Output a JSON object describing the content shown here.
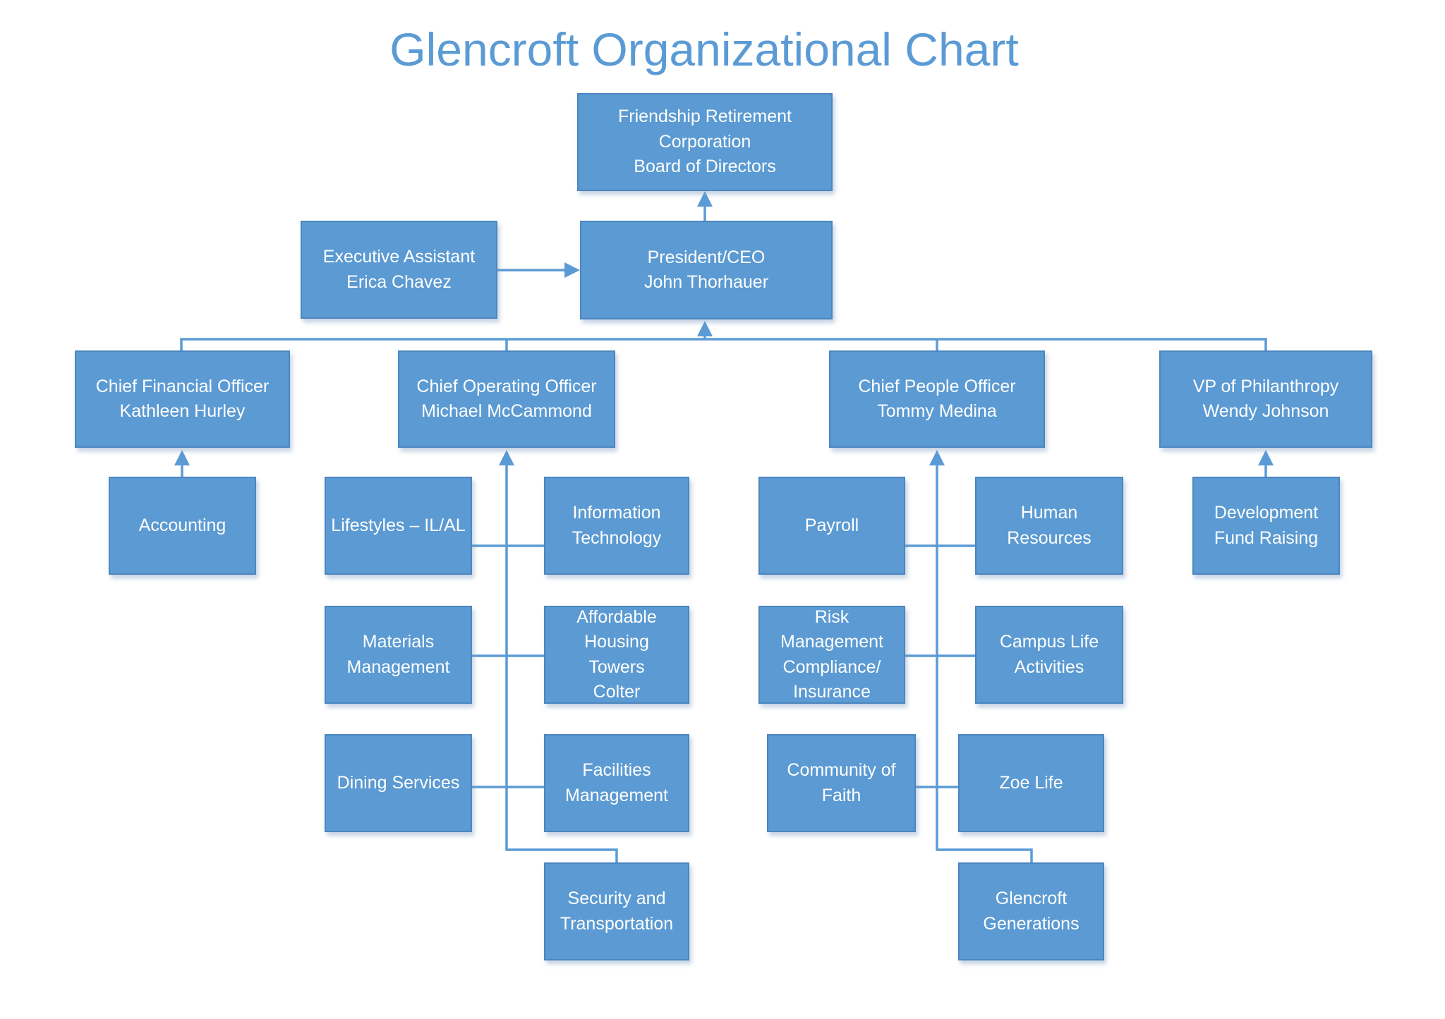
{
  "title": "Glencroft Organizational Chart",
  "nodes": {
    "board": "Friendship Retirement\nCorporation\nBoard of Directors",
    "exec_assistant": "Executive Assistant\nErica Chavez",
    "president": "President/CEO\nJohn Thorhauer",
    "cfo": "Chief Financial Officer\nKathleen Hurley",
    "coo": "Chief Operating Officer\nMichael McCammond",
    "cpo": "Chief People  Officer\nTommy Medina",
    "vp": "VP of Philanthropy\nWendy Johnson",
    "accounting": "Accounting",
    "lifestyles": "Lifestyles – IL/AL",
    "information_technology": "Information\nTechnology",
    "payroll": "Payroll",
    "human_resources": "Human Resources",
    "development": "Development\nFund Raising",
    "materials": "Materials\nManagement",
    "affordable_housing": "Affordable\nHousing\nTowers\nColter",
    "risk": "Risk Management\nCompliance/\nInsurance",
    "campus_life": "Campus Life\nActivities",
    "dining": "Dining Services",
    "facilities": "Facilities\nManagement",
    "community_faith": "Community of\nFaith",
    "zoe_life": "Zoe Life",
    "security": "Security and\nTransportation",
    "generations": "Glencroft\nGenerations"
  },
  "colors": {
    "box_fill": "#5b9ad2",
    "box_border": "#4c86bf",
    "connector": "#5b9bd5",
    "title_text": "#5b9bd5",
    "box_text": "#ffffff"
  }
}
